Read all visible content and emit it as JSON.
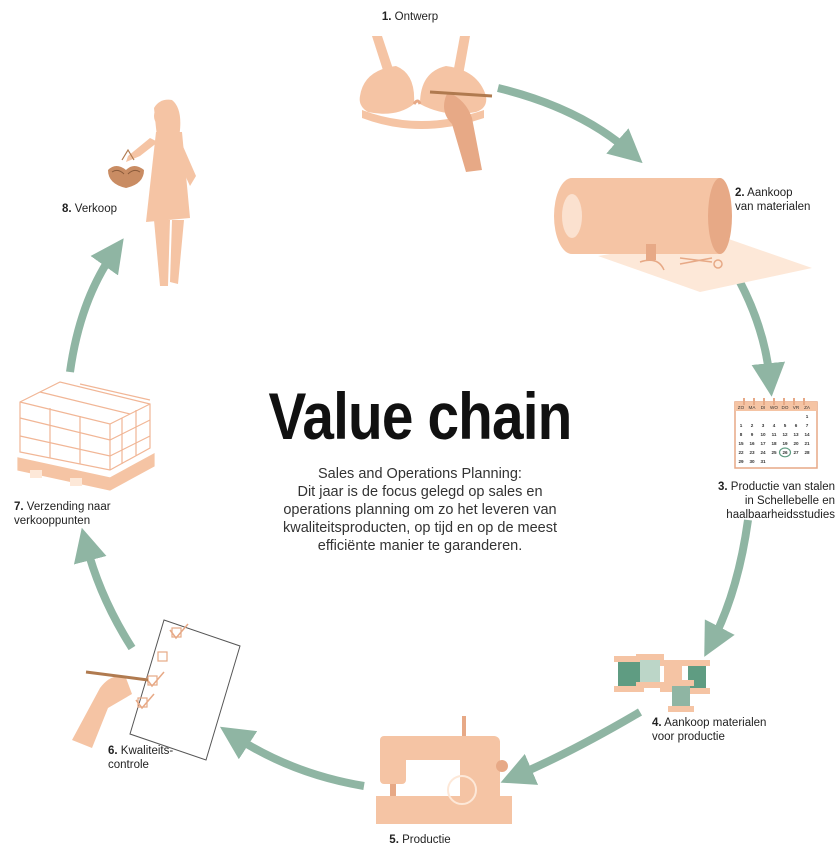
{
  "title": "Value chain",
  "description": [
    "Sales and Operations Planning:",
    "Dit jaar is de focus gelegd op sales en",
    "operations planning om zo het leveren van",
    "kwaliteitsproducten, op tijd en op de meest",
    "efficiënte manier te garanderen."
  ],
  "steps": [
    {
      "num": "1.",
      "lines": [
        "Ontwerp"
      ],
      "icon": "bra-design-icon"
    },
    {
      "num": "2.",
      "lines": [
        "Aankoop",
        "van materialen"
      ],
      "icon": "fabric-roll-icon"
    },
    {
      "num": "3.",
      "lines": [
        "Productie van stalen",
        "in Schellebelle en",
        "haalbaarheidsstudies"
      ],
      "icon": "calendar-icon"
    },
    {
      "num": "4.",
      "lines": [
        "Aankoop materialen",
        "voor productie"
      ],
      "icon": "thread-spools-icon"
    },
    {
      "num": "5.",
      "lines": [
        "Productie"
      ],
      "icon": "sewing-machine-icon"
    },
    {
      "num": "6.",
      "lines": [
        "Kwaliteits-",
        "controle"
      ],
      "icon": "checklist-icon"
    },
    {
      "num": "7.",
      "lines": [
        "Verzending naar",
        "verkooppunten"
      ],
      "icon": "pallet-boxes-icon"
    },
    {
      "num": "8.",
      "lines": [
        "Verkoop"
      ],
      "icon": "shopper-icon"
    }
  ],
  "calendar": {
    "days": [
      "ZO",
      "MA",
      "DI",
      "WO",
      "DO",
      "VR",
      "ZA"
    ],
    "weeks": [
      [
        "",
        "",
        "",
        "",
        "",
        "",
        "1"
      ],
      [
        "1",
        "2",
        "3",
        "4",
        "5",
        "6",
        "7"
      ],
      [
        "8",
        "9",
        "10",
        "11",
        "12",
        "13",
        "14"
      ],
      [
        "15",
        "16",
        "17",
        "18",
        "19",
        "20",
        "21"
      ],
      [
        "22",
        "23",
        "24",
        "25",
        "26",
        "27",
        "28"
      ],
      [
        "29",
        "30",
        "31",
        "",
        "",
        "",
        ""
      ]
    ],
    "highlight": "26"
  },
  "colors": {
    "arrow": "#8fb5a3",
    "skin": "#f5c4a4",
    "skin_dark": "#e7a986",
    "thread_green": "#5f9c82",
    "accent_brown": "#b07a4f"
  }
}
